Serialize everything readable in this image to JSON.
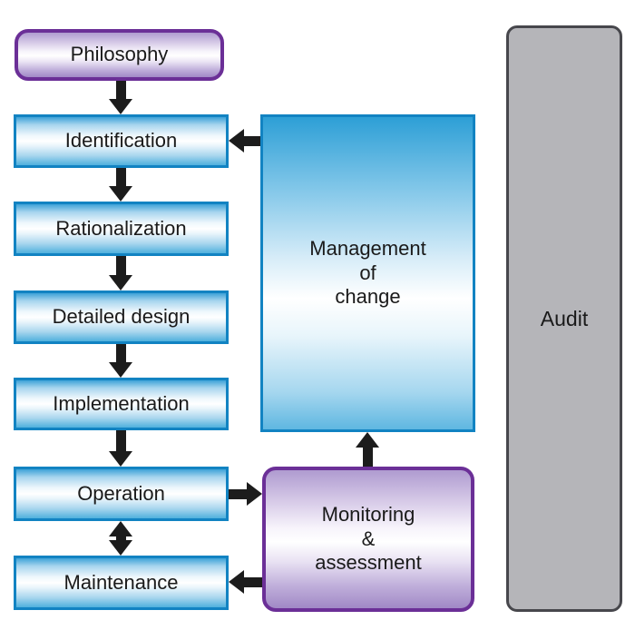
{
  "colors": {
    "background": "#ffffff",
    "blue_box_border": "#1283c2",
    "blue_box_fill_top": "#3da2d8",
    "purple_box_border": "#6b2f97",
    "purple_box_fill_top": "#af9bd0",
    "audit_fill": "#b5b5b9",
    "audit_border": "#47474c",
    "arrow": "#1c1c1c",
    "text": "#1a1a1a"
  },
  "boxes": {
    "philosophy": {
      "label": "Philosophy"
    },
    "identification": {
      "label": "Identification"
    },
    "rationalization": {
      "label": "Rationalization"
    },
    "detailed_design": {
      "label": "Detailed design"
    },
    "implementation": {
      "label": "Implementation"
    },
    "operation": {
      "label": "Operation"
    },
    "maintenance": {
      "label": "Maintenance"
    },
    "management_of_change": {
      "label": "Management\nof\nchange"
    },
    "monitoring_assessment": {
      "label": "Monitoring\n&\nassessment"
    },
    "audit": {
      "label": "Audit"
    }
  },
  "connections": [
    {
      "from": "philosophy",
      "to": "identification",
      "type": "arrow-down"
    },
    {
      "from": "identification",
      "to": "rationalization",
      "type": "arrow-down"
    },
    {
      "from": "rationalization",
      "to": "detailed_design",
      "type": "arrow-down"
    },
    {
      "from": "detailed_design",
      "to": "implementation",
      "type": "arrow-down"
    },
    {
      "from": "implementation",
      "to": "operation",
      "type": "arrow-down"
    },
    {
      "from": "operation",
      "to": "maintenance",
      "type": "arrow-both-vertical"
    },
    {
      "from": "management_of_change",
      "to": "identification",
      "type": "arrow-left"
    },
    {
      "from": "operation",
      "to": "monitoring_assessment",
      "type": "arrow-right"
    },
    {
      "from": "monitoring_assessment",
      "to": "management_of_change",
      "type": "arrow-up"
    },
    {
      "from": "monitoring_assessment",
      "to": "maintenance",
      "type": "arrow-left"
    }
  ]
}
